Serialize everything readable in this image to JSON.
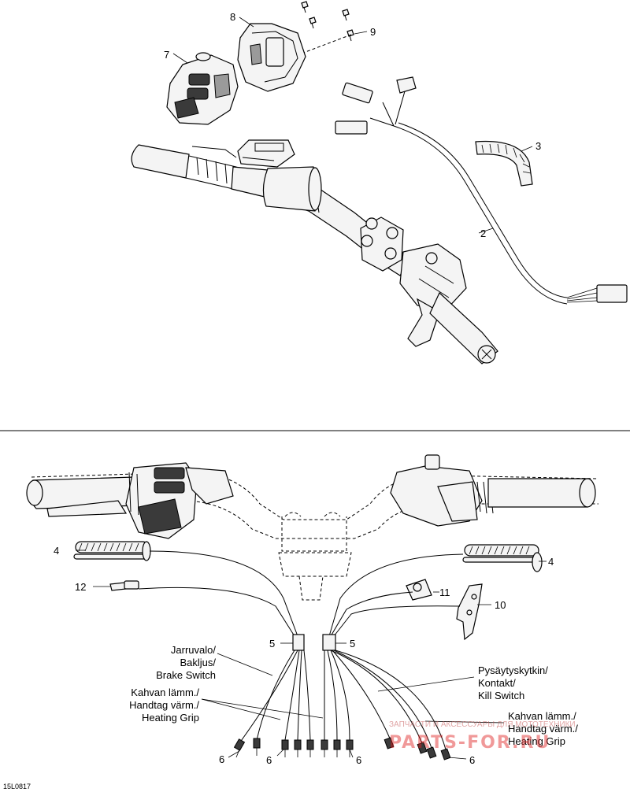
{
  "callouts": {
    "c2": "2",
    "c3": "3",
    "c4a": "4",
    "c4b": "4",
    "c5a": "5",
    "c5b": "5",
    "c6a": "6",
    "c6b": "6",
    "c6c": "6",
    "c6d": "6",
    "c7": "7",
    "c8": "8",
    "c9": "9",
    "c10": "10",
    "c11": "11",
    "c12": "12"
  },
  "labels": {
    "brake_switch": [
      "Jarruvalo/",
      "Bakljus/",
      "Brake Switch"
    ],
    "heating_grip_left": [
      "Kahvan lämm./",
      "Handtag värm./",
      "Heating Grip"
    ],
    "kill_switch": [
      "Pysäytyskytkin/",
      "Kontakt/",
      "Kill Switch"
    ],
    "heating_grip_right": [
      "Kahvan lämm./",
      "Handtag värm./",
      "Heating Grip"
    ]
  },
  "figure_code": "15L0817",
  "watermark": {
    "text": "ЗАПЧАСТИ И АКСЕССУАРЫ ДЛЯ МОТОТЕХНИКИ",
    "logo": "PARTS-FOR.RU"
  }
}
